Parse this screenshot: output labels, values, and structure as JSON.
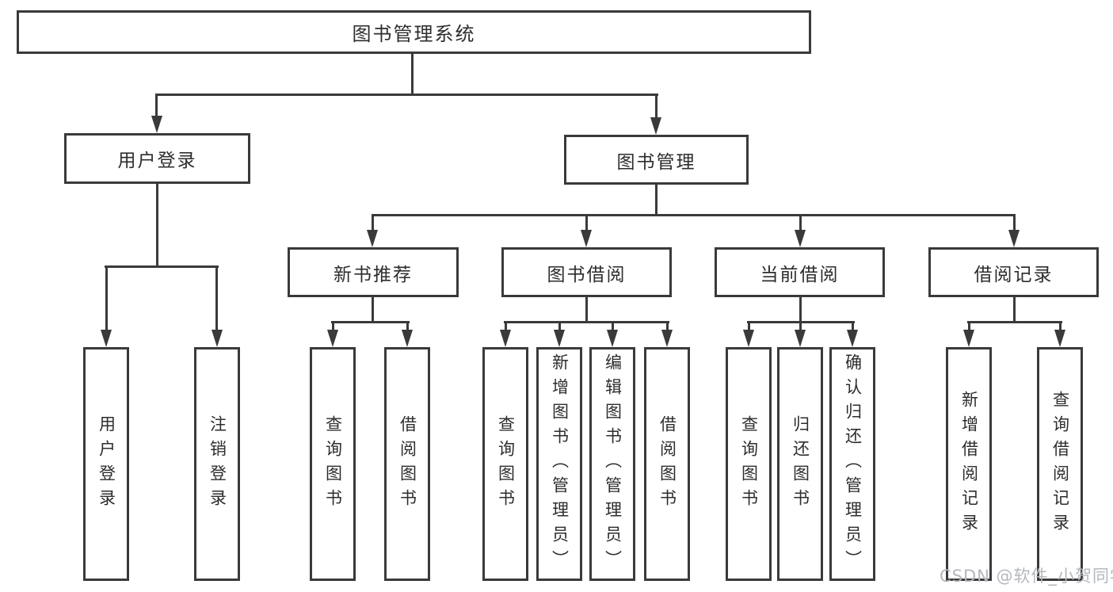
{
  "diagram": {
    "root": "图书管理系统",
    "level2": {
      "user_login": "用户登录",
      "book_management": "图书管理"
    },
    "level3": {
      "new_book_recommend": "新书推荐",
      "book_borrow": "图书借阅",
      "current_borrow": "当前借阅",
      "borrow_record": "借阅记录"
    },
    "leaves": {
      "user_login": "用户登录",
      "logout": "注销登录",
      "recommend_query_book": "查询图书",
      "recommend_borrow_book": "借阅图书",
      "borrow_query_book": "查询图书",
      "borrow_add_book": "新增图书（管理员）",
      "borrow_edit_book": "编辑图书（管理员）",
      "borrow_borrow_book": "借阅图书",
      "current_query_book": "查询图书",
      "current_return_book": "归还图书",
      "current_confirm_return": "确认归还（管理员）",
      "record_add": "新增借阅记录",
      "record_query": "查询借阅记录"
    },
    "watermark": "CSDN @软件_小贺同学",
    "colors": {
      "line": "#3a3a3a",
      "text": "#2d2d2d",
      "background": "#ffffff",
      "watermark": "#b4b7bc"
    }
  }
}
